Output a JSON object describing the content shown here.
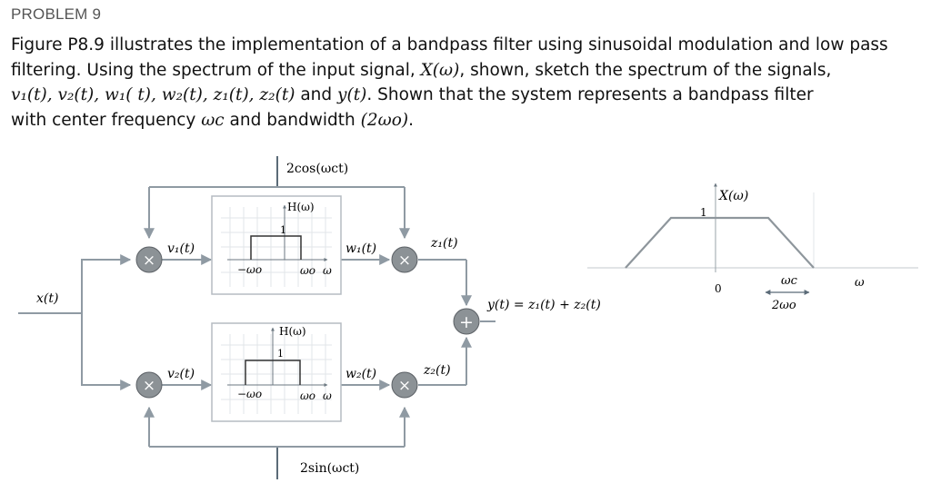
{
  "heading": "PROBLEM 9",
  "statement": {
    "line1": "Figure P8.9 illustrates the implementation of a bandpass filter using sinusoidal modulation and low pass",
    "line2_pre": "filtering. Using the spectrum of the input signal, ",
    "line2_math": "X(ω)",
    "line2_post": ", shown, sketch the spectrum of the signals,",
    "line3_math": "v₁(t), v₂(t), w₁( t), w₂(t), z₁(t), z₂(t)",
    "line3_mid": " and ",
    "line3_math2": "y(t)",
    "line3_post": ". Shown that the system represents a bandpass filter",
    "line4_pre": "with center frequency ",
    "line4_math": "ωc",
    "line4_mid": " and bandwidth ",
    "line4_math2": "(2ωo)",
    "line4_post": "."
  },
  "diagram": {
    "input_label": "x(t)",
    "top_carrier": "2cos(ωct)",
    "bottom_carrier": "2sin(ωct)",
    "v1": "v₁(t)",
    "v2": "v₂(t)",
    "w1": "w₁(t)",
    "w2": "w₂(t)",
    "z1": "z₁(t)",
    "z2": "z₂(t)",
    "output": "y(t) = z₁(t) + z₂(t)",
    "filter_top": {
      "title": "H(ω)",
      "height": "1",
      "neg": "−ωo",
      "pos": "ωo",
      "axis": "ω"
    },
    "filter_bottom": {
      "title": "H(ω)",
      "height": "1",
      "neg": "−ωo",
      "pos": "ωo",
      "axis": "ω"
    },
    "multiplier_symbol": "×",
    "adder_symbol": "+"
  },
  "spectrum": {
    "title": "X(ω)",
    "height": "1",
    "origin": "0",
    "center": "ωc",
    "bandwidth": "2ωo",
    "axis": "ω"
  },
  "colors": {
    "wire": "#8f9aa3",
    "node": "#8c9296",
    "accent_line": "#5b6b78",
    "text": "#111111"
  }
}
